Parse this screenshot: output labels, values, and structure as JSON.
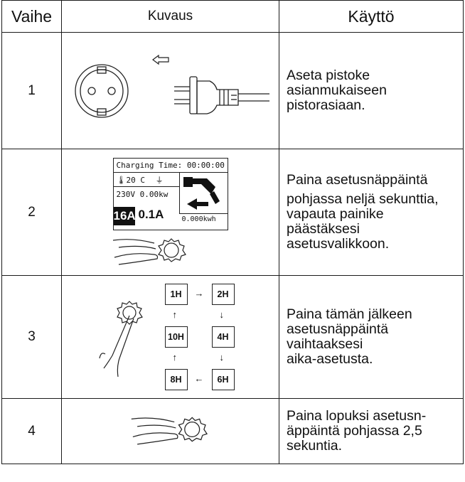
{
  "header": {
    "step": "Vaihe",
    "description": "Kuvaus",
    "usage": "Käyttö"
  },
  "rows": [
    {
      "step": "1",
      "text": [
        "Aseta pistoke",
        "asianmukaiseen",
        "pistorasiaan."
      ],
      "icons": [
        "socket-icon",
        "arrow-left-icon",
        "plug-icon"
      ]
    },
    {
      "step": "2",
      "display": {
        "line1": "Charging Time: 00:00:00",
        "temp": "20 C",
        "line2": "230V 0.00kw",
        "current_setting": "16A",
        "current": "0.1A",
        "energy": "0.000kwh"
      },
      "text": [
        "Paina asetusnäppäintä",
        "pohjassa neljä sekunttia,",
        "vapauta painike",
        "päästäksesi",
        "asetusvalikkoon."
      ]
    },
    {
      "step": "3",
      "hours": [
        "1H",
        "2H",
        "4H",
        "6H",
        "8H",
        "10H"
      ],
      "arrows": [
        "→",
        "↓",
        "↓",
        "←",
        "↑",
        "↑"
      ],
      "text": [
        "Paina tämän jälkeen",
        "asetusnäppäintä",
        "vaihtaaksesi",
        "aika-asetusta."
      ]
    },
    {
      "step": "4",
      "text": [
        "Paina lopuksi asetusn-",
        "äppäintä pohjassa 2,5",
        "sekuntia."
      ]
    }
  ]
}
